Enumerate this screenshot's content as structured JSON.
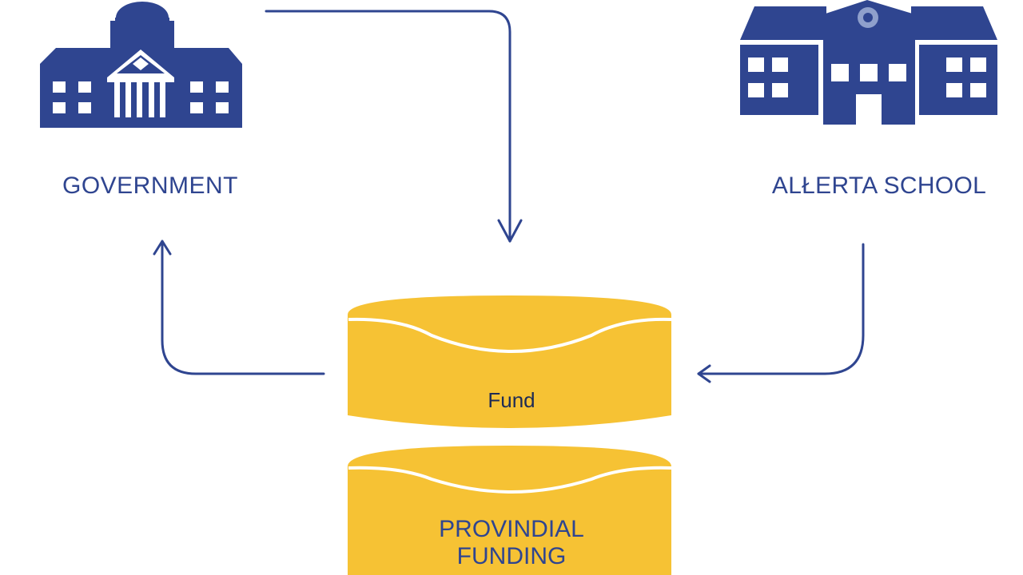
{
  "colors": {
    "primary": "#2f4590",
    "fund_gold": "#f6c234",
    "background": "#ffffff"
  },
  "nodes": {
    "government": {
      "label": "GOVERNMENT",
      "icon": "government-building-icon"
    },
    "school": {
      "label": "ALŁERTA SCHOOL",
      "icon": "school-building-icon"
    },
    "fund": {
      "label": "Fund"
    },
    "provincial_funding": {
      "line1": "PROVINDIAL",
      "line2": "FUNDING"
    }
  }
}
